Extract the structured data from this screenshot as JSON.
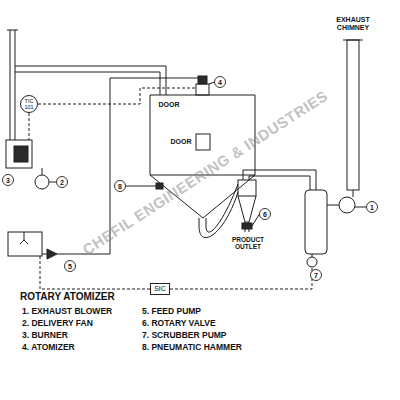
{
  "diagram": {
    "title": "ROTARY ATOMIZER",
    "nodes": [
      {
        "text": [
          "TIC 101"
        ]
      },
      {
        "text": [
          "DOOR"
        ]
      },
      {
        "text": [
          "DOOR"
        ]
      },
      {
        "text": [
          "EXHAUST CHIMNEY"
        ]
      },
      {
        "text": [
          "PRODUCT OUTLET"
        ]
      },
      {
        "text": [
          "SIC"
        ]
      }
    ],
    "labels": [
      "4",
      "3",
      "2",
      "8",
      "1",
      "6",
      "5",
      "7",
      "1. EXHAUST BLOWER",
      "2. DELIVERY FAN",
      "3. BURNER",
      "4. ATOMIZER",
      "5. FEED PUMP",
      "6. ROTARY VALVE",
      "7. SCRUBBER PUMP",
      "8. PNEUMATIC HAMMER",
      "CHEFIL ENGINEERING & INDUSTRIES"
    ]
  }
}
